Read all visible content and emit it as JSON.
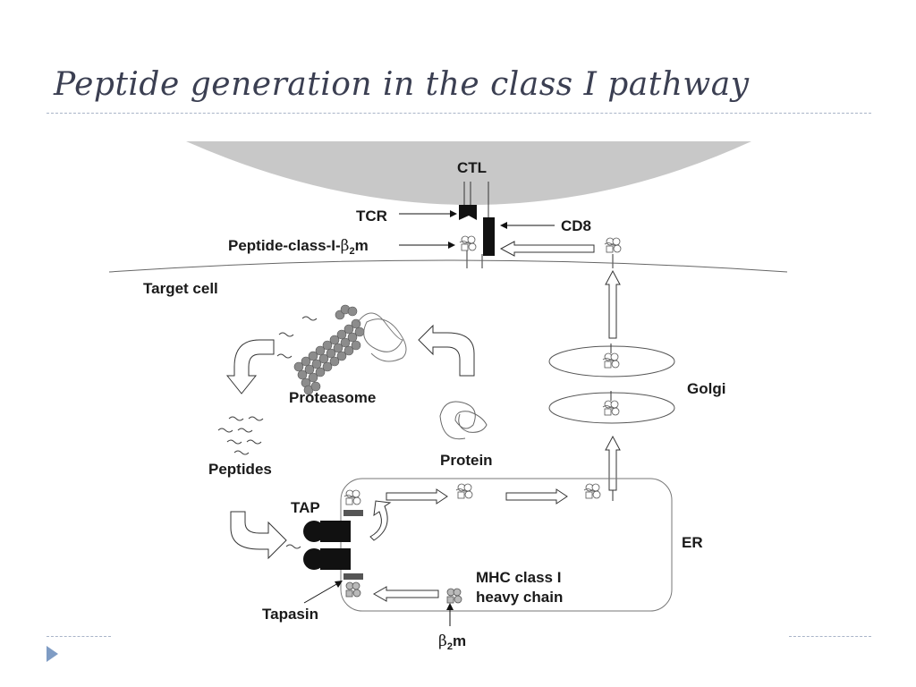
{
  "slide": {
    "title": "Peptide generation in the class I pathway"
  },
  "labels": {
    "ctl": "CTL",
    "tcr": "TCR",
    "cd8": "CD8",
    "peptide_class_i_prefix": "Peptide-class-I-",
    "beta": "β",
    "sub2": "2",
    "m": "m",
    "target_cell": "Target cell",
    "proteasome": "Proteasome",
    "peptides": "Peptides",
    "protein": "Protein",
    "golgi": "Golgi",
    "tap": "TAP",
    "er": "ER",
    "mhc_line1": "MHC class I",
    "mhc_line2": "heavy chain",
    "tapasin": "Tapasin"
  },
  "colors": {
    "ctl_cell": "#c8c8c8",
    "black": "#111111",
    "proteasome_bead": "#8c8c8c",
    "tapasin": "#555555",
    "heavy_chain_fill": "#b9b9b9",
    "accent_rule": "#a9b4c8",
    "nav_arrow": "#7f9cc4"
  }
}
